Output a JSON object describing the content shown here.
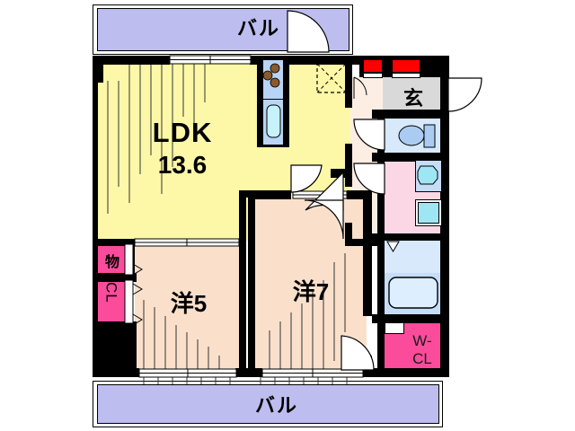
{
  "plan": {
    "type": "floor-plan",
    "layout_name": "2LDK",
    "rooms": [
      {
        "id": "ldk",
        "label": "LDK",
        "size": "13.6",
        "unit": "jo",
        "color": "#fdf8a8"
      },
      {
        "id": "room-west",
        "label": "洋",
        "size": "5",
        "unit": "jo",
        "color": "#fae0cb"
      },
      {
        "id": "room-east",
        "label": "洋",
        "size": "7",
        "unit": "jo",
        "color": "#fae0cb"
      },
      {
        "id": "balcony-top",
        "label": "バル",
        "color": "#bdbdf0"
      },
      {
        "id": "balcony-bottom",
        "label": "バル",
        "color": "#bdbdf0"
      },
      {
        "id": "genkan",
        "label": "玄",
        "color": "#d9d9d9"
      },
      {
        "id": "closet-mono",
        "label": "物",
        "color": "#fb4c9b"
      },
      {
        "id": "closet-cl",
        "label": "CL",
        "color": "#fb4c9b"
      },
      {
        "id": "closet-wcl",
        "label": "W-\nCL",
        "color": "#fb4c9b"
      }
    ],
    "labels": {
      "ldk": "LDK",
      "ldk_size": "13.6",
      "room_west": "洋5",
      "room_east": "洋7",
      "balcony_top": "バル",
      "balcony_bottom": "バル",
      "genkan": "玄",
      "storage": "物",
      "closet": "CL",
      "walkin_closet_line1": "W-",
      "walkin_closet_line2": "CL"
    },
    "fixtures": [
      {
        "name": "kitchen-stove",
        "burners": 3,
        "color": "#8b5a2b"
      },
      {
        "name": "kitchen-sink",
        "color": "#c5f2fb"
      },
      {
        "name": "toilet",
        "color": "#aaccf2"
      },
      {
        "name": "washbasin",
        "color": "#9fe6f5"
      },
      {
        "name": "washing-machine-pan",
        "color": "#9fe6f5"
      },
      {
        "name": "bathtub",
        "color": "#ddeeff"
      },
      {
        "name": "shoe-cabinet",
        "color": "#fe0000",
        "count": 2
      },
      {
        "name": "ceiling-hatch",
        "style": "dashed-x"
      }
    ],
    "colors": {
      "wall": "#000000",
      "ldk_fill": "#fdf8a8",
      "room_fill": "#fae0cb",
      "hall_fill": "#fdeee4",
      "balcony_fill": "#bdbdf0",
      "bath_fill": "#fbd7e6",
      "water_fill": "#d7e9fb",
      "closet_fill": "#fb4c9b",
      "accent_red": "#fe0000",
      "genkan_fill": "#d9d9d9"
    }
  }
}
